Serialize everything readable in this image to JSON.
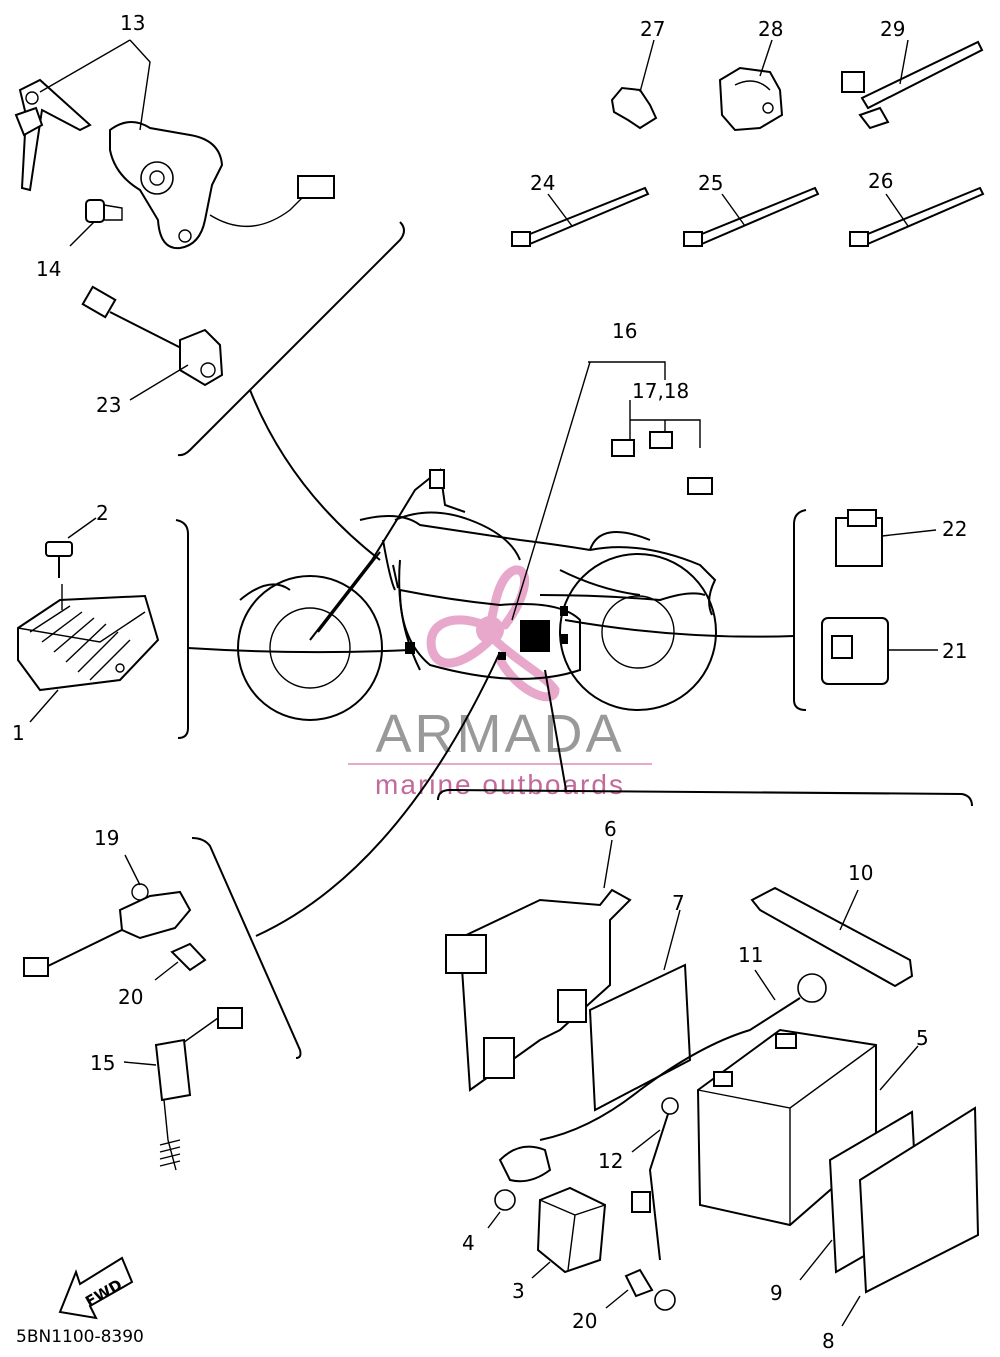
{
  "diagram": {
    "callouts": [
      {
        "id": "c1",
        "label": "1"
      },
      {
        "id": "c2",
        "label": "2"
      },
      {
        "id": "c3",
        "label": "3"
      },
      {
        "id": "c4",
        "label": "4"
      },
      {
        "id": "c5",
        "label": "5"
      },
      {
        "id": "c6",
        "label": "6"
      },
      {
        "id": "c7",
        "label": "7"
      },
      {
        "id": "c8",
        "label": "8"
      },
      {
        "id": "c9",
        "label": "9"
      },
      {
        "id": "c10",
        "label": "10"
      },
      {
        "id": "c11",
        "label": "11"
      },
      {
        "id": "c12",
        "label": "12"
      },
      {
        "id": "c13",
        "label": "13"
      },
      {
        "id": "c14",
        "label": "14"
      },
      {
        "id": "c15",
        "label": "15"
      },
      {
        "id": "c16",
        "label": "16"
      },
      {
        "id": "c17-18",
        "label": "17,18"
      },
      {
        "id": "c19",
        "label": "19"
      },
      {
        "id": "c20a",
        "label": "20"
      },
      {
        "id": "c20b",
        "label": "20"
      },
      {
        "id": "c21",
        "label": "21"
      },
      {
        "id": "c22",
        "label": "22"
      },
      {
        "id": "c23",
        "label": "23"
      },
      {
        "id": "c24",
        "label": "24"
      },
      {
        "id": "c25",
        "label": "25"
      },
      {
        "id": "c26",
        "label": "26"
      },
      {
        "id": "c27",
        "label": "27"
      },
      {
        "id": "c28",
        "label": "28"
      },
      {
        "id": "c29",
        "label": "29"
      }
    ],
    "direction_marker": "FWD",
    "diagram_code": "5BN1100-8390"
  },
  "watermark": {
    "brand": "ARMADA",
    "tagline": "marine outboards",
    "brand_color": "#999999",
    "accent_color": "#e8a8cc"
  }
}
